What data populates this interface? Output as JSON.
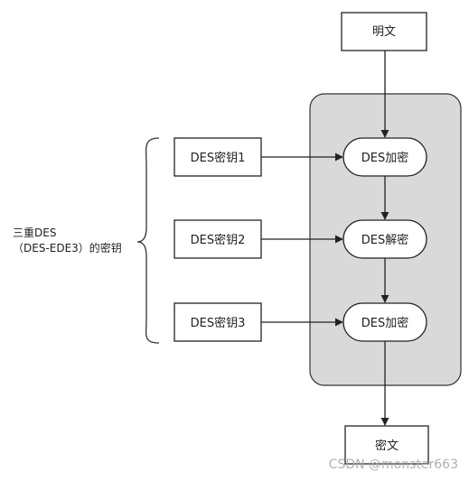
{
  "nodes": {
    "plaintext": "明文",
    "key1": "DES密钥1",
    "key2": "DES密钥2",
    "key3": "DES密钥3",
    "encrypt1": "DES加密",
    "decrypt": "DES解密",
    "encrypt2": "DES加密",
    "ciphertext": "密文"
  },
  "side_label": {
    "line1": "三重DES",
    "line2": "（DES-EDE3）的密钥"
  },
  "watermark": "CSDN @monster663"
}
